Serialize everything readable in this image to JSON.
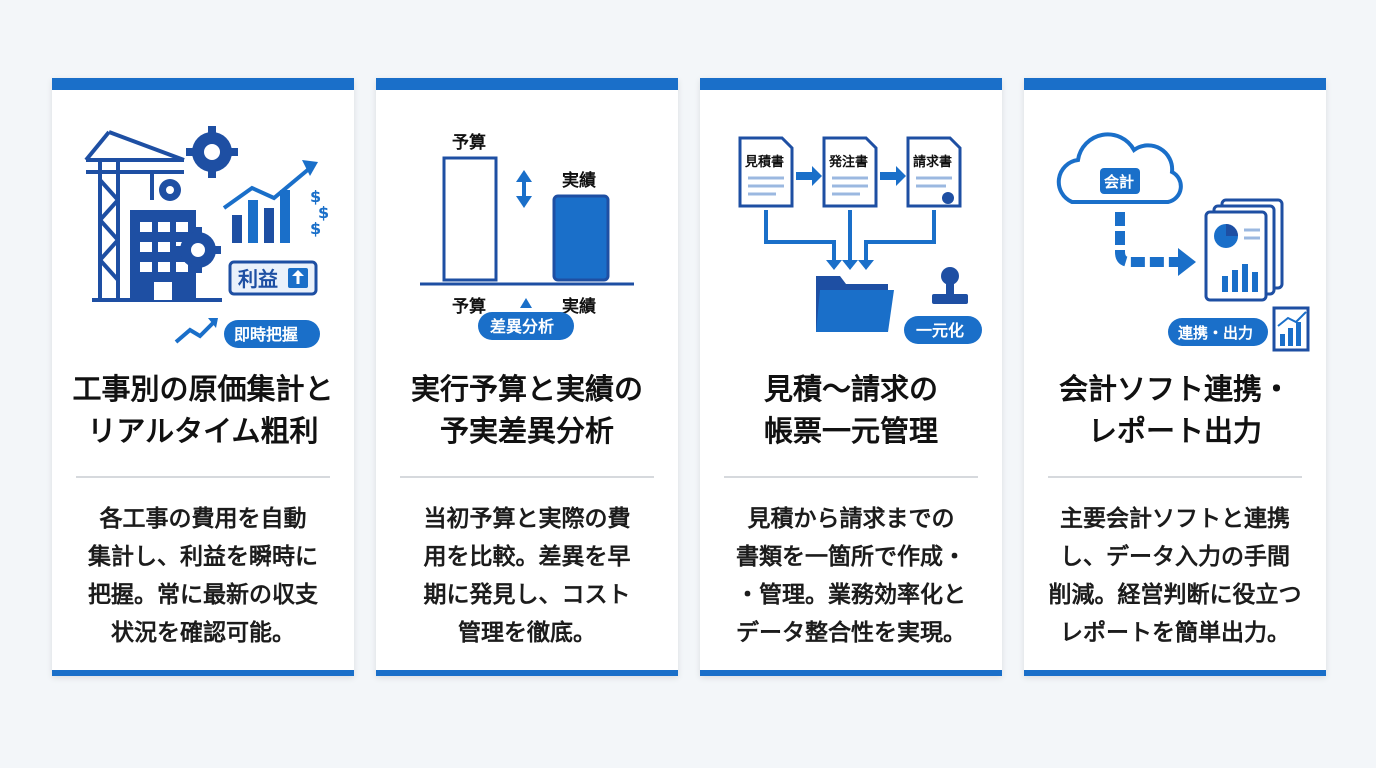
{
  "colors": {
    "accent": "#1a6fc9",
    "dark_blue": "#1e4fa3",
    "background": "#f3f6f9",
    "card": "#ffffff"
  },
  "cards": [
    {
      "icons": [
        "crane-icon",
        "building-icon",
        "gear-icon",
        "rising-bar-chart-icon",
        "dollar-icon"
      ],
      "badge_profit": "利益",
      "badge_realtime": "即時把握",
      "title_lines": [
        "工事別の原価集計と",
        "リアルタイム粗利"
      ],
      "desc_lines": [
        "各工事の費用を自動",
        "集計し、利益を瞬時に",
        "把握。常に最新の収支",
        "状況を確認可能。"
      ]
    },
    {
      "icons": [
        "budget-bar-icon",
        "actual-bar-icon",
        "double-arrow-icon"
      ],
      "label_budget_top": "予算",
      "label_actual_top": "実績",
      "label_budget_bottom": "予算",
      "label_actual_bottom": "実績",
      "badge": "差異分析",
      "title_lines": [
        "実行予算と実績の",
        "予実差異分析"
      ],
      "desc_lines": [
        "当初予算と実際の費",
        "用を比較。差異を早",
        "期に発見し、コスト",
        "管理を徹底。"
      ]
    },
    {
      "icons": [
        "document-icon",
        "folder-icon",
        "stamp-icon"
      ],
      "doc_labels": [
        "見積書",
        "発注書",
        "請求書"
      ],
      "badge": "一元化",
      "title_lines": [
        "見積〜請求の",
        "帳票一元管理"
      ],
      "desc_lines": [
        "見積から請求までの",
        "書類を一箇所で作成・",
        "・管理。業務効率化と",
        "データ整合性を実現。"
      ]
    },
    {
      "icons": [
        "cloud-icon",
        "report-icon",
        "chart-icon"
      ],
      "cloud_label": "会計",
      "badge": "連携・出力",
      "title_lines": [
        "会計ソフト連携・",
        "レポート出力"
      ],
      "desc_lines": [
        "主要会計ソフトと連携",
        "し、データ入力の手間",
        "削減。経営判断に役立つ",
        "レポートを簡単出力。"
      ]
    }
  ]
}
